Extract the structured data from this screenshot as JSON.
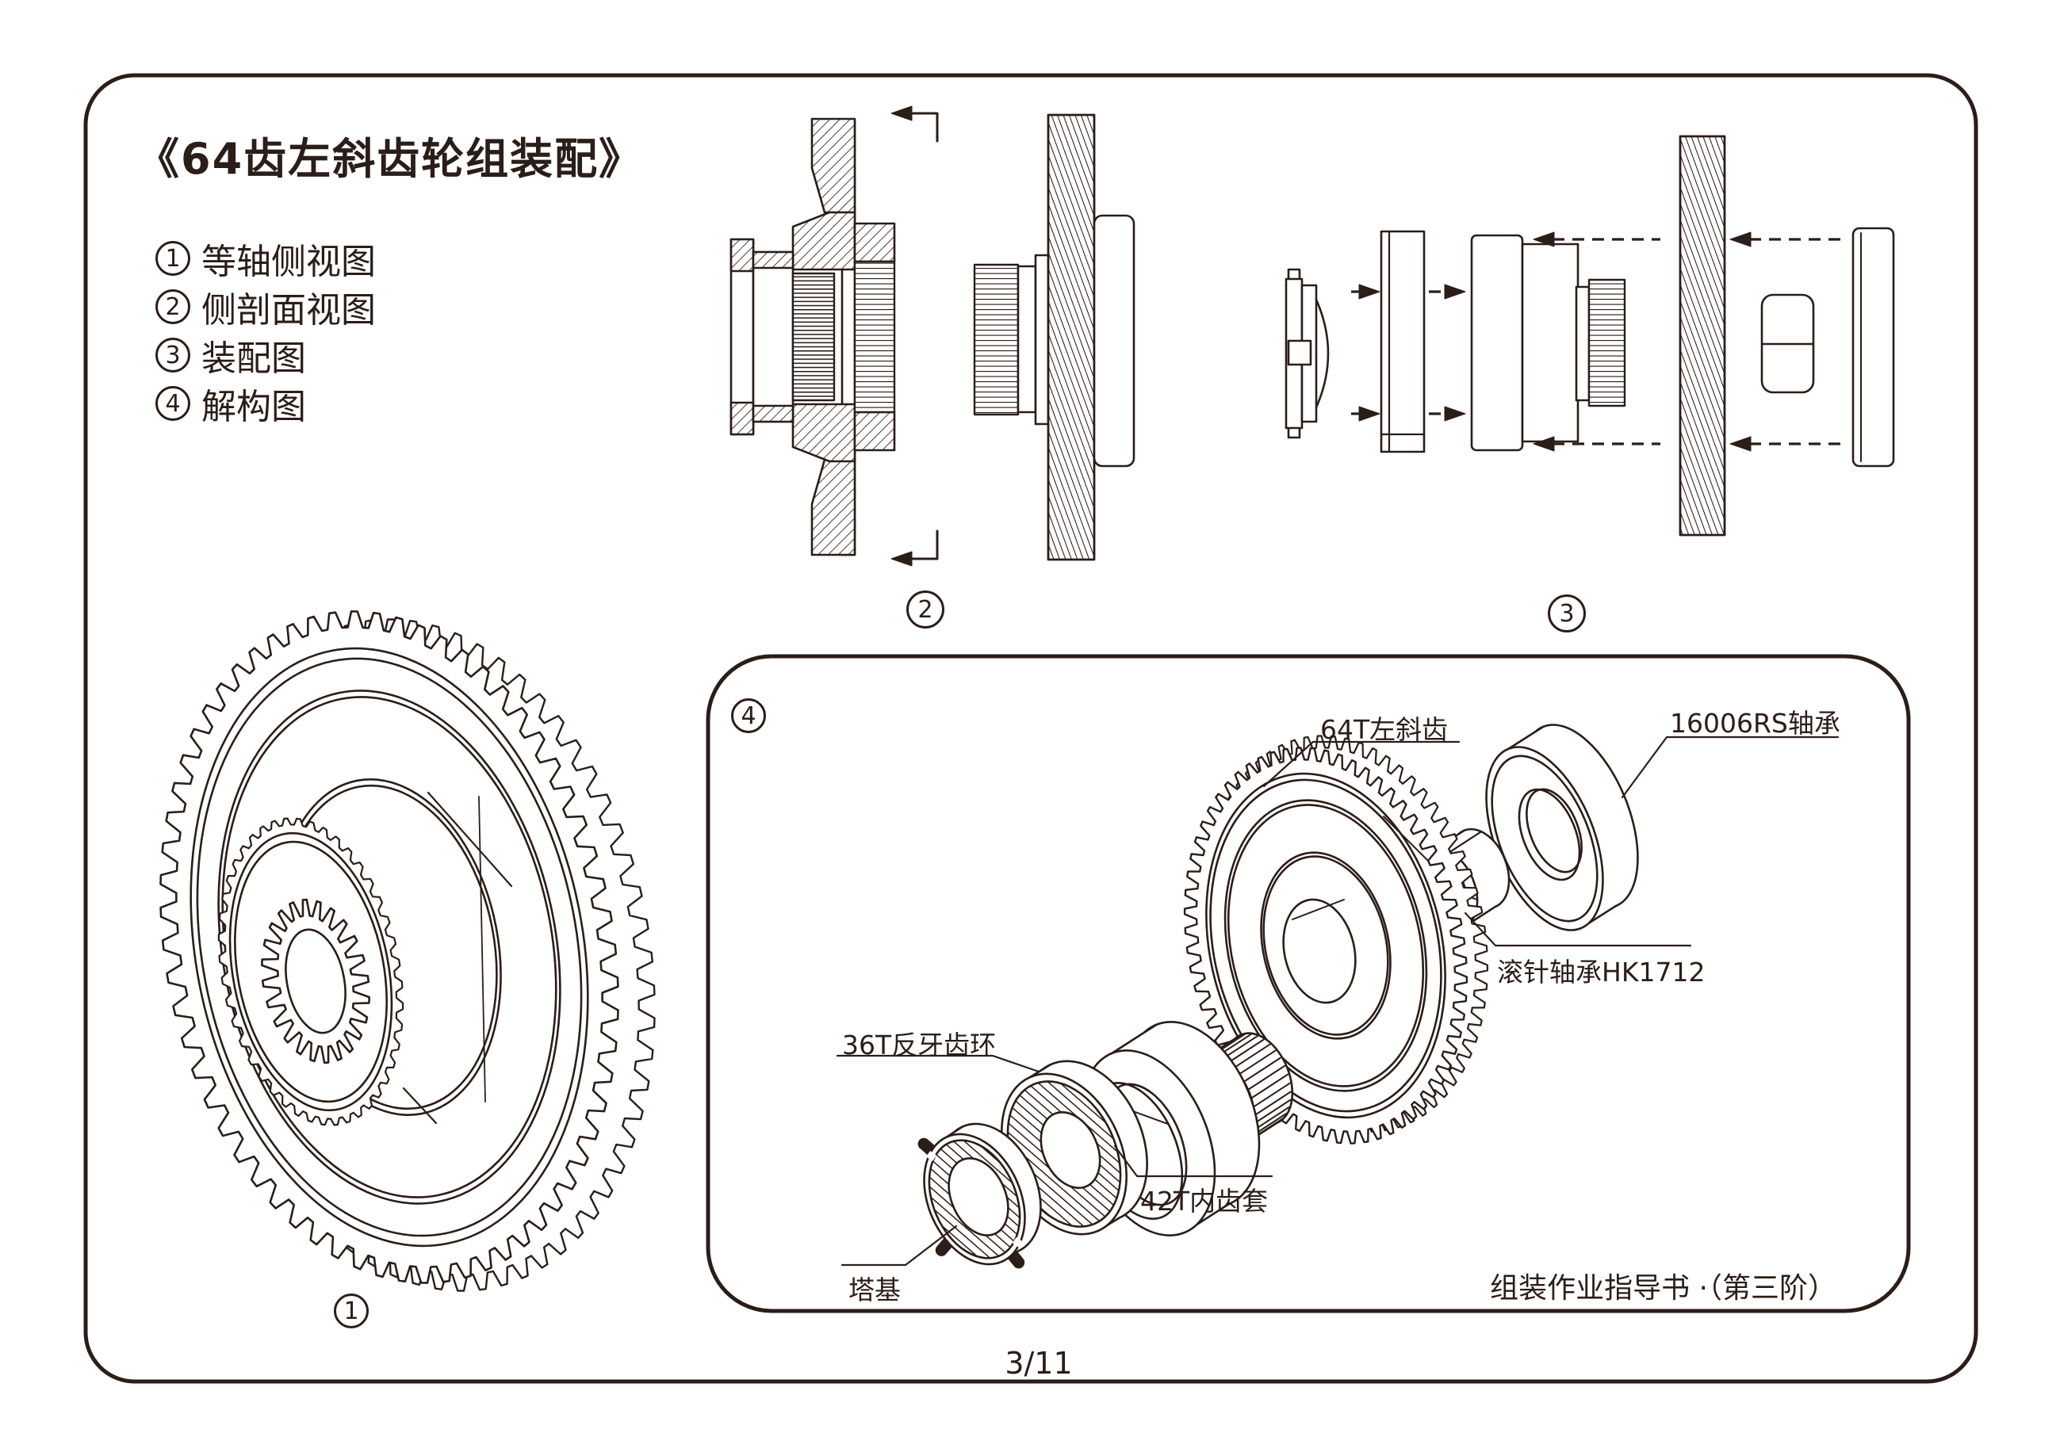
{
  "title": "《64齿左斜齿轮组装配》",
  "legend": {
    "items": [
      {
        "num": "1",
        "label": "等轴侧视图"
      },
      {
        "num": "2",
        "label": "侧剖面视图"
      },
      {
        "num": "3",
        "label": "装配图"
      },
      {
        "num": "4",
        "label": "解构图"
      }
    ]
  },
  "view_markers": {
    "isometric": "1",
    "section": "2",
    "assembly": "3",
    "exploded": "4"
  },
  "part_labels": {
    "gear64": "64T左斜齿",
    "bearing16006": "16006RS轴承",
    "needle": "滚针轴承HK1712",
    "ring36": "36T反牙齿环",
    "sleeve42": "42T内齿套",
    "base": "塔基"
  },
  "footer": {
    "note": "组装作业指导书 ·（第三阶）",
    "page": "3/11"
  },
  "colors": {
    "ink": "#2b1d18",
    "paper": "#ffffff"
  }
}
